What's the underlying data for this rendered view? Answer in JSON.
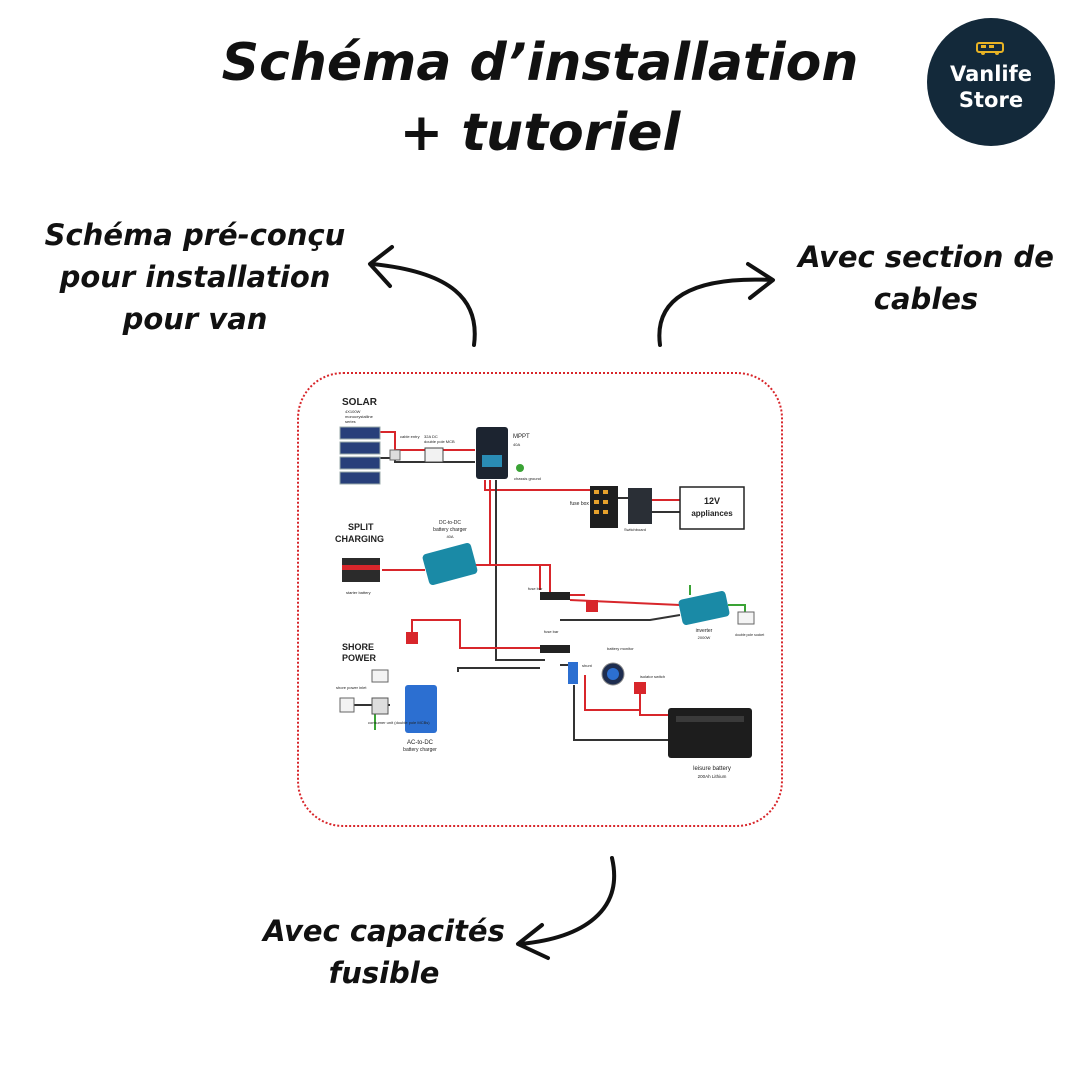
{
  "title": {
    "line1": "Schéma d’installation",
    "line2": "+ tutoriel"
  },
  "badge": {
    "line1": "Vanlife",
    "line2": "Store",
    "bg": "#13293a"
  },
  "callouts": {
    "left": [
      "Schéma pré-conçu",
      "pour installation",
      "pour van"
    ],
    "right": [
      "Avec section de",
      "cables"
    ],
    "bottom": [
      "Avec capacités",
      "fusible"
    ]
  },
  "colors": {
    "frame": "#d8262b",
    "wire_pos": "#d8262b",
    "wire_neg": "#333333",
    "ground": "#3aa335"
  },
  "diagram": {
    "solar": {
      "title": "SOLAR",
      "sub1": "4X100W",
      "sub2": "monocrystalline",
      "sub3": "series",
      "entry": "cable entry",
      "mcb1": "32A DC",
      "mcb2": "double pole MCB"
    },
    "mppt": {
      "title": "MPPT",
      "sub": "40A"
    },
    "ground_label": "chassis ground",
    "fusebox": "fuse box",
    "switchboard": "Switchboard",
    "appliances": {
      "line1": "12V",
      "line2": "appliances"
    },
    "split": {
      "title1": "SPLIT",
      "title2": "CHARGING"
    },
    "dc_charger": {
      "line1": "DC-to-DC",
      "line2": "battery charger",
      "line3": "40A"
    },
    "starter": "starter battery",
    "inverter": {
      "line1": "inverter",
      "line2": "2000W"
    },
    "socket": "double pole socket",
    "shore": {
      "title1": "SHORE",
      "title2": "POWER",
      "inlet": "shore power inlet",
      "consumer": "consumer unit (double pole MCBs)"
    },
    "ac_charger": {
      "line1": "AC-to-DC",
      "line2": "battery charger"
    },
    "busbar1": "fuse bar",
    "busbar2": "fuse bar",
    "shunt": "shunt",
    "monitor": "battery monitor",
    "isolator": "isolator switch",
    "leisure": {
      "line1": "leisure battery",
      "line2": "200Ah Lithium"
    }
  }
}
